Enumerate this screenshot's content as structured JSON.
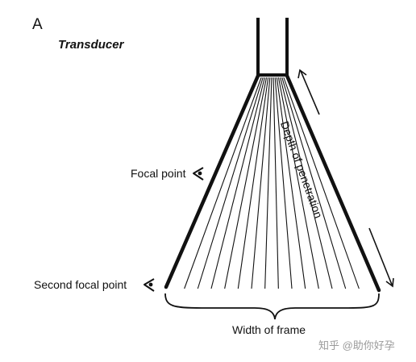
{
  "panel_letter": "A",
  "title": "Transducer",
  "labels": {
    "focal_point": "Focal point",
    "second_focal_point": "Second focal point",
    "depth_of_penetration": "Depth of penetration",
    "width_of_frame": "Width of frame"
  },
  "watermark": "知乎 @助你好孕",
  "icons": {
    "focal_marker": "eye-icon",
    "second_focal_marker": "eye-icon"
  },
  "colors": {
    "ink": "#111111",
    "background": "#ffffff",
    "watermark": "#9a9a9a"
  }
}
